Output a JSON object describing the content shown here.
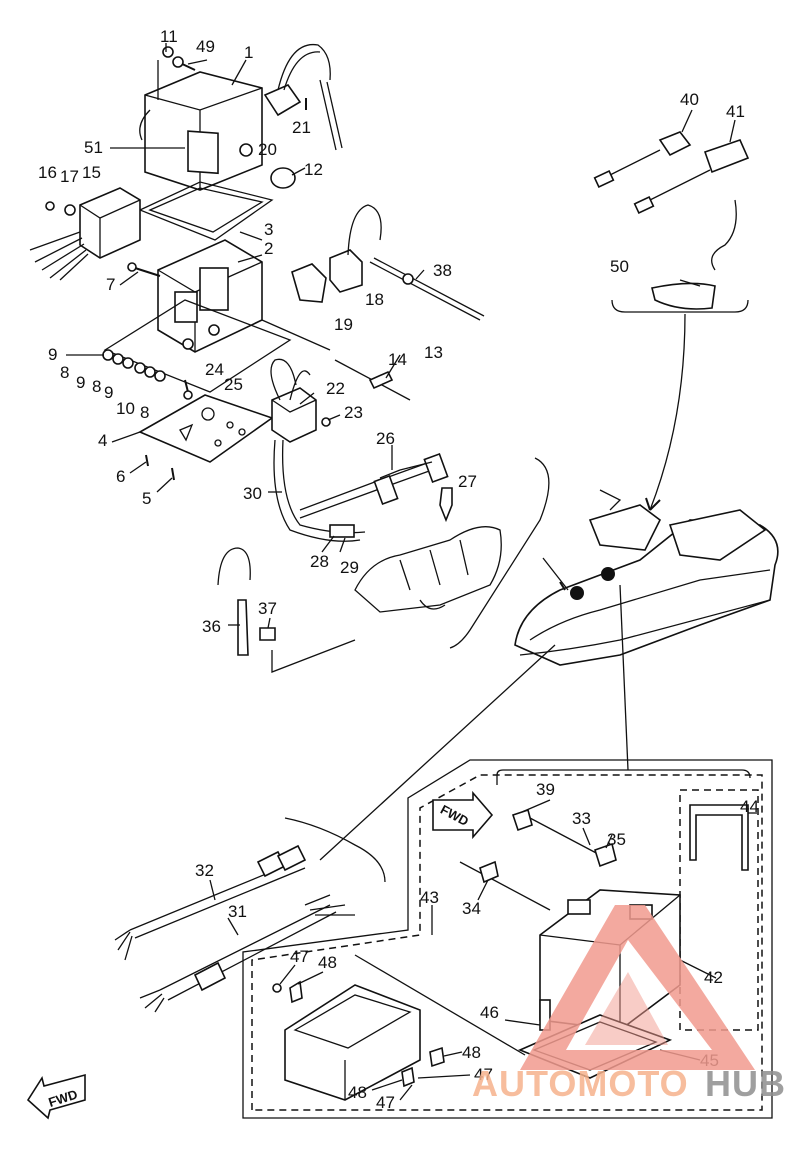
{
  "callouts": {
    "p1": "1",
    "p2": "2",
    "p3": "3",
    "p4": "4",
    "p5": "5",
    "p6": "6",
    "p7": "7",
    "p8a": "8",
    "p8b": "8",
    "p8c": "8",
    "p9a": "9",
    "p9b": "9",
    "p9c": "9",
    "p10": "10",
    "p11": "11",
    "p12": "12",
    "p13": "13",
    "p14": "14",
    "p15": "15",
    "p16": "16",
    "p17": "17",
    "p18": "18",
    "p19": "19",
    "p20": "20",
    "p21": "21",
    "p22": "22",
    "p23": "23",
    "p24": "24",
    "p25": "25",
    "p26": "26",
    "p27": "27",
    "p28": "28",
    "p29": "29",
    "p30": "30",
    "p31": "31",
    "p32": "32",
    "p33": "33",
    "p34": "34",
    "p35": "35",
    "p36": "36",
    "p37": "37",
    "p38": "38",
    "p39": "39",
    "p40": "40",
    "p41": "41",
    "p42": "42",
    "p43": "43",
    "p44": "44",
    "p45": "45",
    "p46": "46",
    "p47a": "47",
    "p47b": "47",
    "p47c": "47",
    "p48a": "48",
    "p48b": "48",
    "p48c": "48",
    "p49": "49",
    "p50": "50",
    "p51": "51"
  },
  "fwd_labels": {
    "upper": "FWD",
    "lower": "FWD"
  },
  "watermark": {
    "part1": "AUTOMOTO",
    "part2": "HUB",
    "colors": {
      "accent": "#f29b8f",
      "text1": "#f6b28c",
      "text2": "#8f8f8f"
    }
  }
}
